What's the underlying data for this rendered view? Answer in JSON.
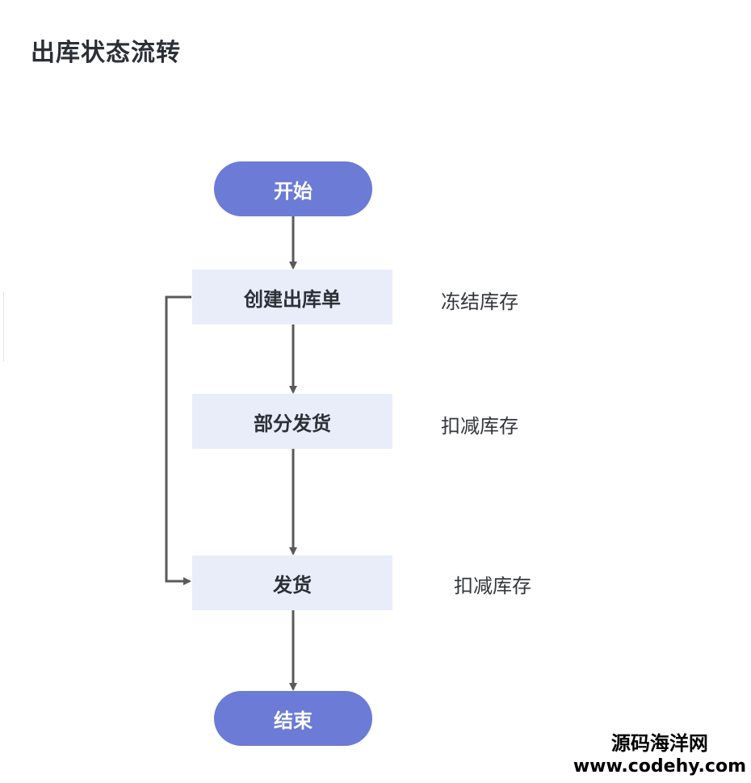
{
  "title": "出库状态流转",
  "flow": {
    "start": "开始",
    "create_order": "创建出库单",
    "partial_ship": "部分发货",
    "ship": "发货",
    "end": "结束"
  },
  "notes": {
    "freeze": "冻结库存",
    "deduct_partial": "扣减库存",
    "deduct_ship": "扣减库存"
  },
  "watermark": {
    "name": "源码海洋网",
    "url": "www.codehy.com"
  },
  "colors": {
    "pill": "#6b7bd6",
    "box": "#e9edfa",
    "arrow": "#5a5a5a"
  }
}
